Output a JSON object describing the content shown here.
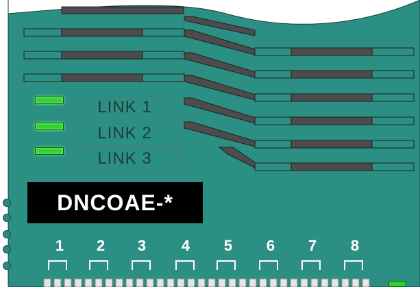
{
  "device": {
    "model_label": "DNCOAE-*"
  },
  "links": [
    {
      "label": "LINK 1"
    },
    {
      "label": "LINK 2"
    },
    {
      "label": "LINK 3"
    }
  ],
  "ports": [
    {
      "number": "1"
    },
    {
      "number": "2"
    },
    {
      "number": "3"
    },
    {
      "number": "4"
    },
    {
      "number": "5"
    },
    {
      "number": "6"
    },
    {
      "number": "7"
    },
    {
      "number": "8"
    }
  ],
  "colors": {
    "panel": "#2c8f83",
    "trace_dark": "#4c4c4c",
    "led_green": "#2fd12f",
    "label_bg": "#000000",
    "label_text": "#ffffff"
  },
  "icons": {
    "led": "status-led-icon",
    "knob": "side-connector-icon"
  }
}
